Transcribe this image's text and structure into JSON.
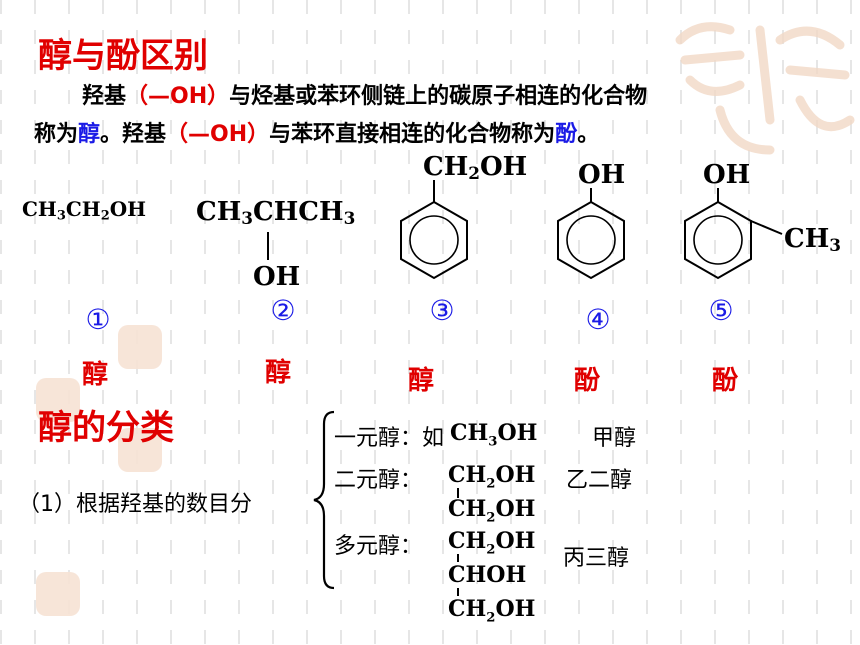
{
  "heading1": "醇与酚区别",
  "para": {
    "line1_a": "羟基",
    "line1_b": "（—OH）",
    "line1_c": "与烃基或苯环侧链上的碳原子相连的化合物",
    "line2_a": "称为",
    "line2_b": "醇",
    "line2_c": "。羟基",
    "line2_d": "（—OH）",
    "line2_e": "与苯环直接相连的化合物称为",
    "line2_f": "酚",
    "line2_g": "。"
  },
  "compounds": [
    {
      "number": "①",
      "type": "醇"
    },
    {
      "number": "②",
      "type": "醇"
    },
    {
      "number": "③",
      "type": "醇"
    },
    {
      "number": "④",
      "type": "酚"
    },
    {
      "number": "⑤",
      "type": "酚"
    }
  ],
  "structures": {
    "c1": "CH3CH2OH",
    "c2_main": "CH3CHCH3",
    "c2_oh": "OH",
    "c3_sub": "CH2OH",
    "c4_sub": "OH",
    "c5_sub1": "OH",
    "c5_sub2": "CH3"
  },
  "heading2": "醇的分类",
  "classification": {
    "criterion": "（1）根据羟基的数目分",
    "mono_label": "一元醇：如",
    "mono_formula": "CH3OH",
    "mono_name": "甲醇",
    "di_label": "二元醇：",
    "di_formula_1": "CH2OH",
    "di_formula_2": "CH2OH",
    "di_name": "乙二醇",
    "poly_label": "多元醇：",
    "poly_formula_1": "CH2OH",
    "poly_formula_2": "CHOH",
    "poly_formula_3": "CH2OH",
    "poly_name": "丙三醇"
  },
  "colors": {
    "accent_red": "#e00000",
    "accent_blue": "#1a1ae6"
  }
}
